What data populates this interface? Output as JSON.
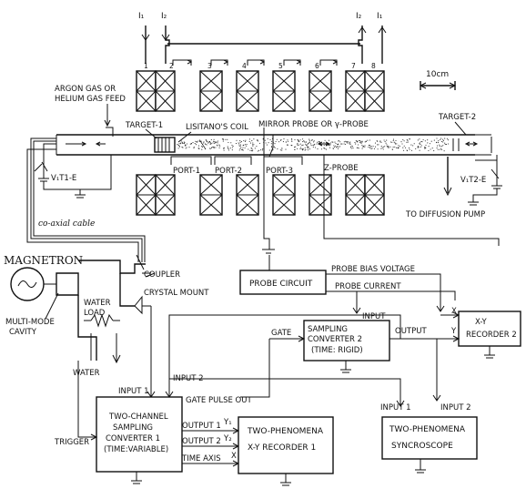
{
  "coil_numbers": [
    "1",
    "2",
    "3",
    "4",
    "5",
    "6",
    "7",
    "8"
  ],
  "currents": {
    "i1": "I₁",
    "i2": "I₂"
  },
  "scale_label": "10cm",
  "gas_feed": [
    "ARGON GAS OR",
    "HELIUM GAS FEED"
  ],
  "target1": "TARGET-1",
  "target2": "TARGET-2",
  "lisitano_coil": "LISITANO'S COIL",
  "mirror_probe": "MIRROR PROBE OR γ-PROBE",
  "ports": [
    "PORT-1",
    "PORT-2",
    "PORT-3"
  ],
  "z_probe": "Z-PROBE",
  "vt1": "V₁T1-E",
  "vt2": "V₁T2-E",
  "diffusion_pump": "TO DIFFUSION PUMP",
  "coax": "co-axial cable",
  "magnetron": "MAGNETRON",
  "coupler": "COUPLER",
  "crystal_mount": "CRYSTAL MOUNT",
  "water_load": [
    "WATER",
    "LOAD"
  ],
  "multimode": [
    "MULTI-MODE",
    "CAVITY"
  ],
  "water": "WATER",
  "probe_circuit": "PROBE CIRCUIT",
  "probe_bias": "PROBE BIAS VOLTAGE",
  "probe_current": "PROBE CURRENT",
  "input": "INPUT",
  "sampling2": [
    "SAMPLING",
    "CONVERTER 2",
    "(TIME: RIGID)"
  ],
  "output": "OUTPUT",
  "gate": "GATE",
  "xy2": [
    "X-Y",
    "RECORDER 2"
  ],
  "x": "X",
  "y": "Y",
  "input1": "INPUT 1",
  "input2": "INPUT 2",
  "gate_pulse_out": "GATE PULSE OUT",
  "trigger": "TRIGGER",
  "two_channel": [
    "TWO-CHANNEL",
    "SAMPLING",
    "CONVERTER 1",
    "(TIME:VARIABLE)"
  ],
  "output1": "OUTPUT 1",
  "output2": "OUTPUT 2",
  "time_axis": "TIME AXIS",
  "y1": "Y₁",
  "y2": "Y₂",
  "xy1": [
    "TWO-PHENOMENA",
    "X-Y RECORDER 1"
  ],
  "synchroscope": [
    "TWO-PHENOMENA",
    "SYNCROSCOPE"
  ]
}
